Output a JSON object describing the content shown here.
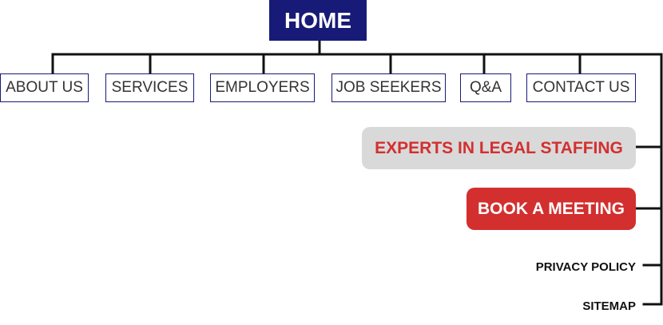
{
  "colors": {
    "home_bg": "#181a78",
    "nav_border": "#181a78",
    "accent_red": "#d32f2f",
    "tagline_bg": "#d9d9d9",
    "line": "#111111"
  },
  "home": {
    "label": "HOME"
  },
  "nav": {
    "items": [
      {
        "label": "ABOUT US"
      },
      {
        "label": "SERVICES"
      },
      {
        "label": "EMPLOYERS"
      },
      {
        "label": "JOB SEEKERS"
      },
      {
        "label": "Q&A"
      },
      {
        "label": "CONTACT US"
      }
    ]
  },
  "tagline": {
    "label": "EXPERTS IN LEGAL STAFFING"
  },
  "cta": {
    "label": "BOOK A MEETING"
  },
  "footer": {
    "links": [
      {
        "label": "PRIVACY POLICY"
      },
      {
        "label": "SITEMAP"
      }
    ]
  }
}
